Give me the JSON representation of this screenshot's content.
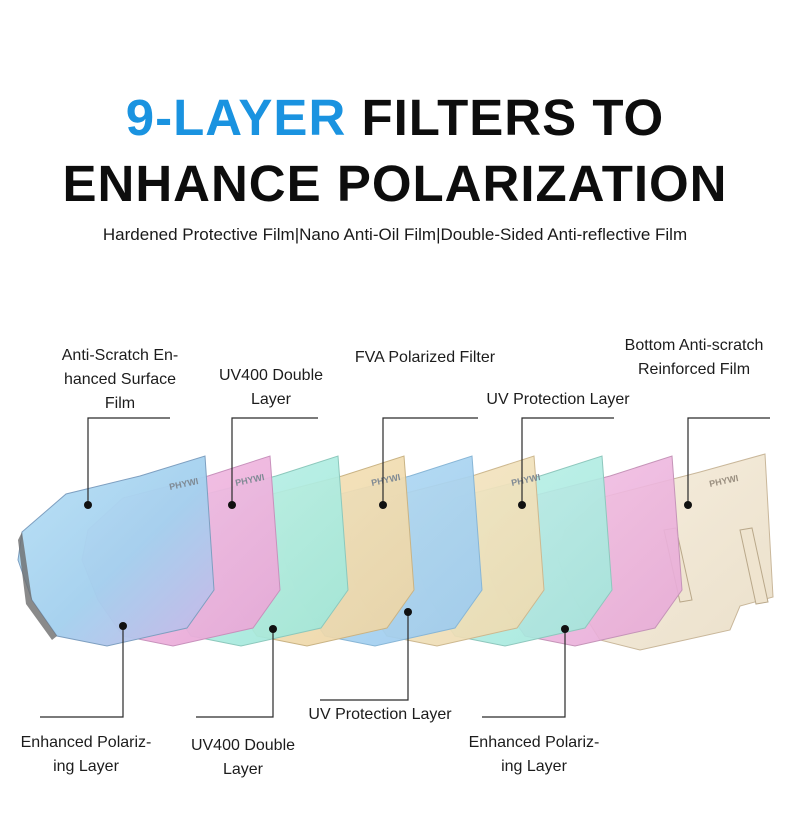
{
  "title": {
    "accent": "9-LAYER",
    "line1_rest": " FILTERS TO",
    "line2": "ENHANCE POLARIZATION"
  },
  "subtitle": "Hardened Protective Film|Nano Anti-Oil Film|Double-Sided Anti-reflective Film",
  "lens_brand": "PHYWI",
  "colors": {
    "accent": "#1a93e0",
    "leader_line": "#2a2a2a",
    "layers": [
      "#a8d4f0",
      "#eeb0dc",
      "#a8ece0",
      "#f0ddb0",
      "#a4d4f0",
      "#f0e0b8",
      "#a8ece0",
      "#eeb0dc",
      "#efe2c8"
    ]
  },
  "labels": {
    "anti_scratch_surface": [
      "Anti-Scratch En-",
      "hanced Surface",
      "Film"
    ],
    "uv400_top": [
      "UV400 Double",
      "Layer"
    ],
    "fva_polarized": [
      "FVA Polarized Filter"
    ],
    "uv_protection_top": [
      "UV Protection Layer"
    ],
    "bottom_anti_scratch": [
      "Bottom Anti-scratch",
      "Reinforced Film"
    ],
    "enhanced_polarizing_left": [
      "Enhanced Polariz-",
      "ing Layer"
    ],
    "uv400_bottom": [
      "UV400 Double",
      "Layer"
    ],
    "uv_protection_bottom": [
      "UV Protection Layer"
    ],
    "enhanced_polarizing_right": [
      "Enhanced Polariz-",
      "ing Layer"
    ]
  }
}
